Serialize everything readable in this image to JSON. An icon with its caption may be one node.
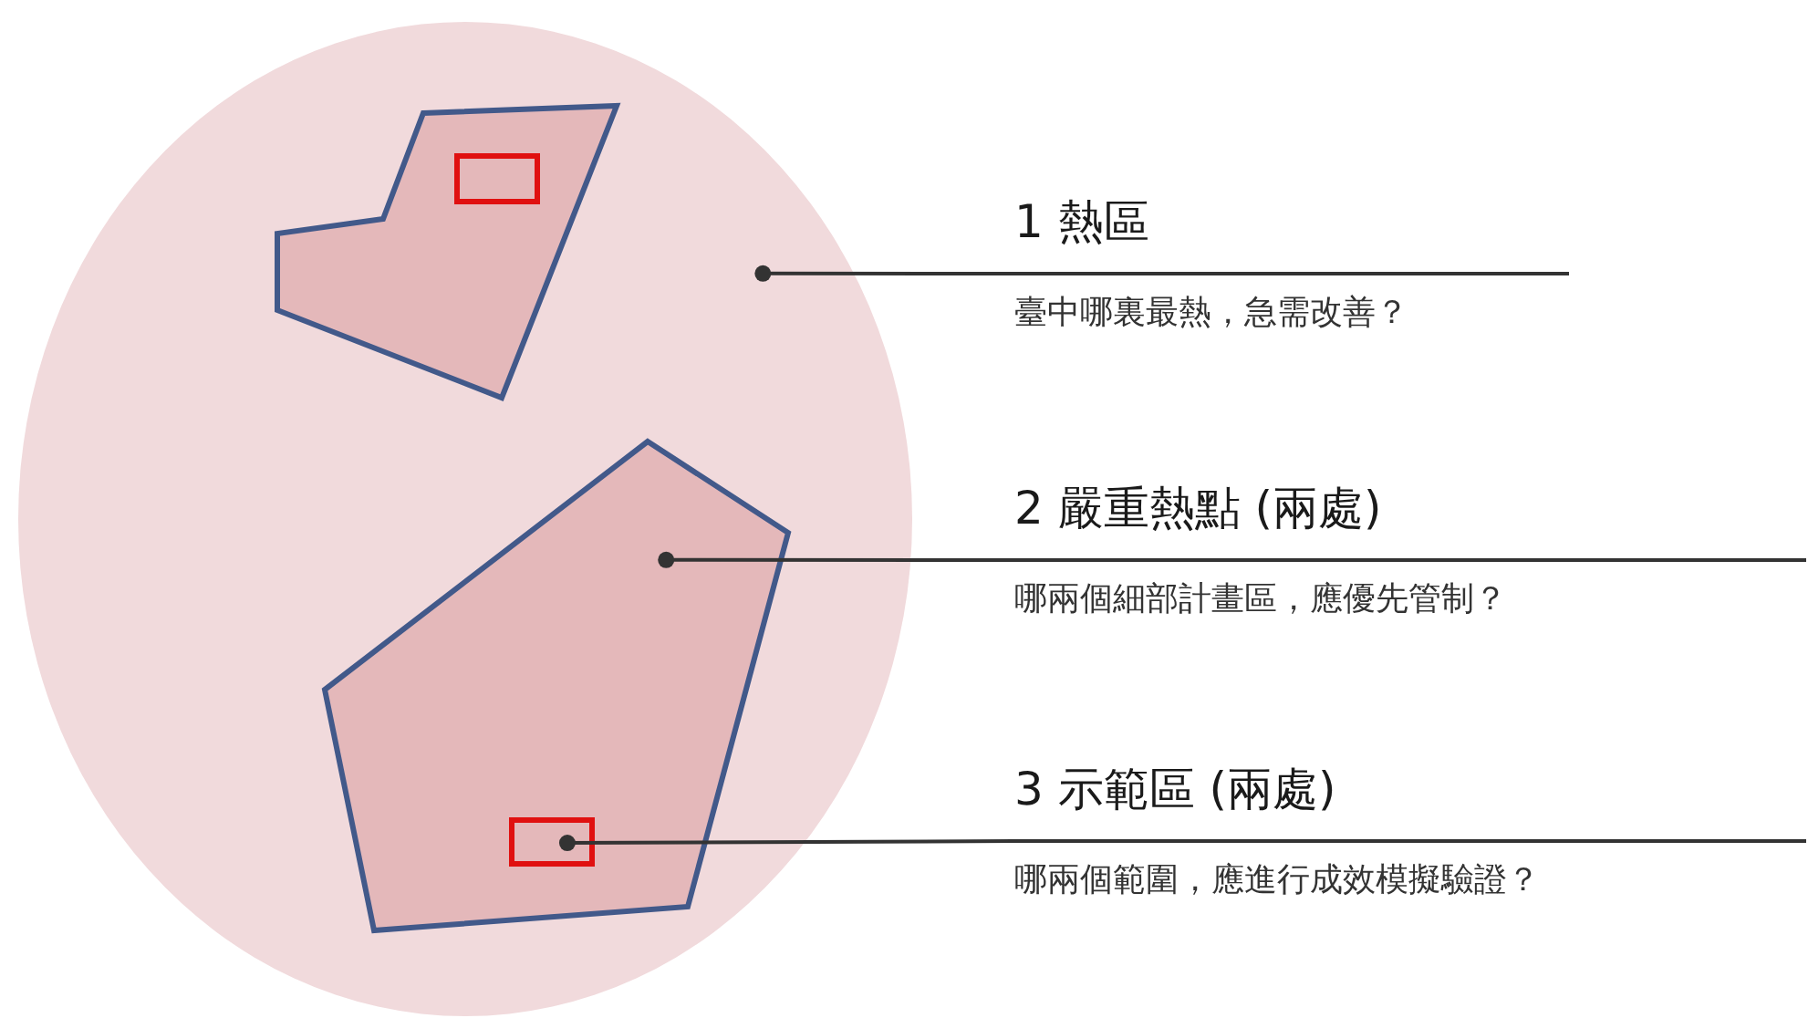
{
  "diagram": {
    "nodes": [
      {
        "text": [],
        "shape": "ellipse"
      },
      {
        "text": [],
        "shape": "polygon",
        "in": 0
      },
      {
        "text": [],
        "shape": "box",
        "in": 1
      },
      {
        "text": [],
        "shape": "polygon",
        "in": 0
      },
      {
        "text": [],
        "shape": "box",
        "in": 3
      },
      {
        "text": [
          "1 熱區",
          "臺中哪裏最熱，急需改善？"
        ]
      },
      {
        "text": [
          "2 嚴重熱點 (兩處)",
          "哪兩個細部計畫區，應優先管制？"
        ]
      },
      {
        "text": [
          "3 示範區 (兩處)",
          "哪兩個範圍，應進行成效模擬驗證？"
        ]
      }
    ],
    "edges": [
      {
        "from": 5,
        "to": 0,
        "arrow": "other"
      },
      {
        "from": 6,
        "to": 3,
        "arrow": "other"
      },
      {
        "from": 7,
        "to": 4,
        "arrow": "other"
      }
    ]
  }
}
